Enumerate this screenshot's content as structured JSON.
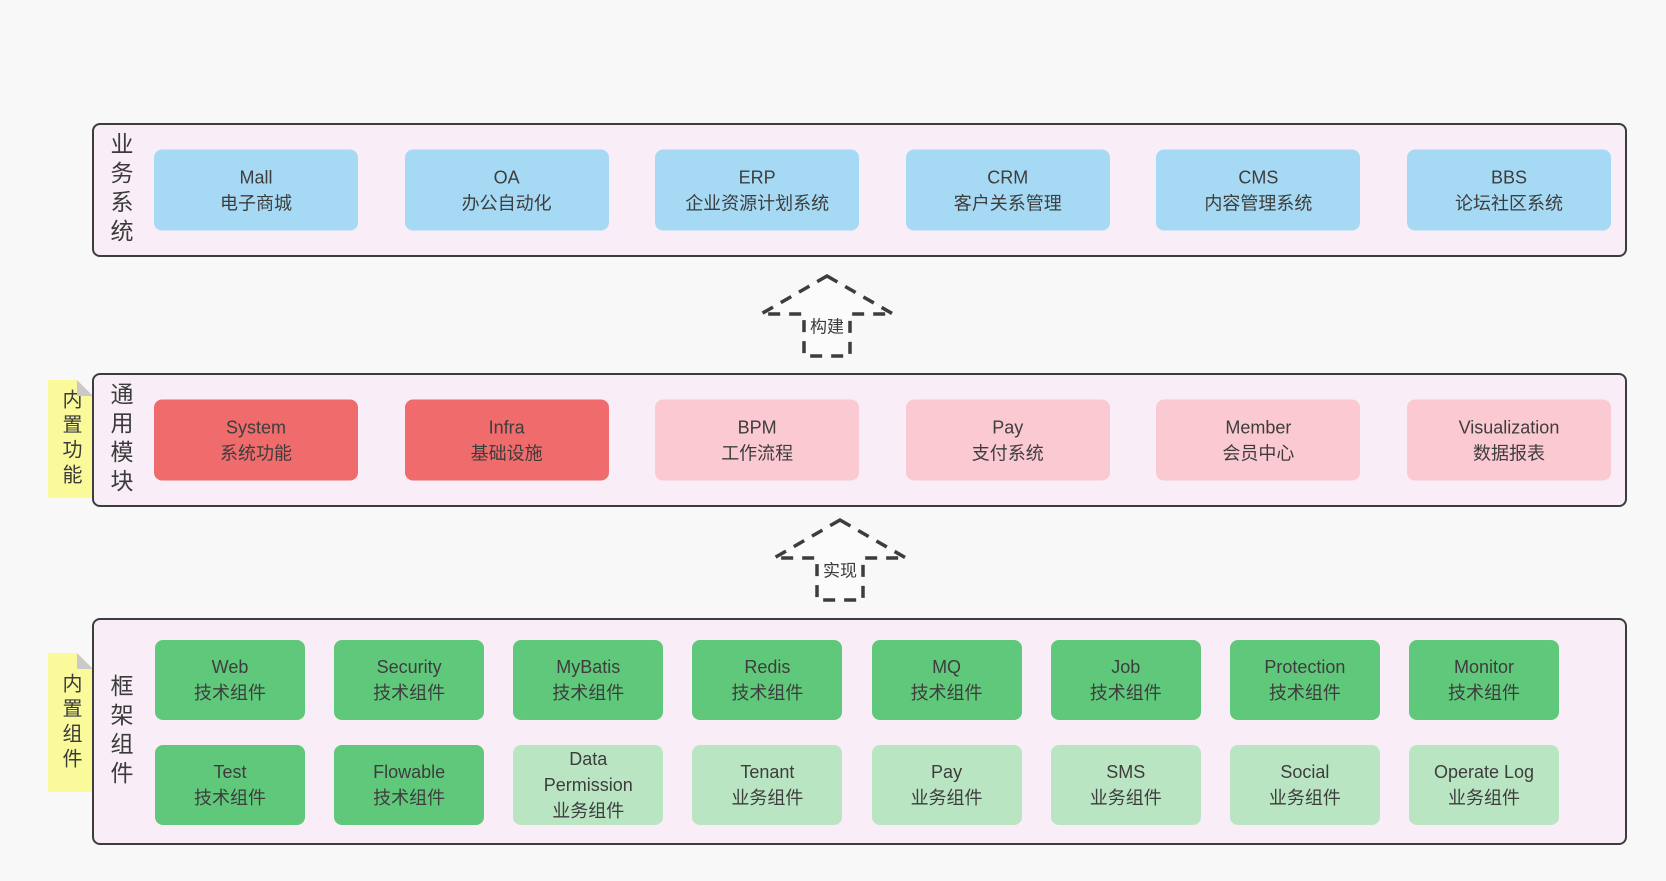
{
  "colors": {
    "background": "#f8f8f8",
    "panel_fill": "#f9edf7",
    "panel_border": "#3d3d3d",
    "note_yellow": "#fafa9b",
    "fold_gray": "#c9c9c9",
    "text": "#3d3d3d",
    "blue": "#a6daf4",
    "red": "#f06b6b",
    "pink": "#fbc9d2",
    "green": "#60c87a",
    "light_green": "#b9e5c3"
  },
  "arrows": [
    {
      "label": "构建"
    },
    {
      "label": "实现"
    }
  ],
  "layers": [
    {
      "label": "业务系统",
      "note": "",
      "rows": [
        [
          {
            "title": "Mall",
            "subtitle": "电子商城",
            "variant": "blue"
          },
          {
            "title": "OA",
            "subtitle": "办公自动化",
            "variant": "blue"
          },
          {
            "title": "ERP",
            "subtitle": "企业资源计划系统",
            "variant": "blue"
          },
          {
            "title": "CRM",
            "subtitle": "客户关系管理",
            "variant": "blue"
          },
          {
            "title": "CMS",
            "subtitle": "内容管理系统",
            "variant": "blue"
          },
          {
            "title": "BBS",
            "subtitle": "论坛社区系统",
            "variant": "blue"
          }
        ]
      ]
    },
    {
      "label": "通用模块",
      "note": "内置功能",
      "rows": [
        [
          {
            "title": "System",
            "subtitle": "系统功能",
            "variant": "red"
          },
          {
            "title": "Infra",
            "subtitle": "基础设施",
            "variant": "red"
          },
          {
            "title": "BPM",
            "subtitle": "工作流程",
            "variant": "pink"
          },
          {
            "title": "Pay",
            "subtitle": "支付系统",
            "variant": "pink"
          },
          {
            "title": "Member",
            "subtitle": "会员中心",
            "variant": "pink"
          },
          {
            "title": "Visualization",
            "subtitle": "数据报表",
            "variant": "pink"
          }
        ]
      ]
    },
    {
      "label": "框架组件",
      "note": "内置组件",
      "rows": [
        [
          {
            "title": "Web",
            "subtitle": "技术组件",
            "variant": "green"
          },
          {
            "title": "Security",
            "subtitle": "技术组件",
            "variant": "green"
          },
          {
            "title": "MyBatis",
            "subtitle": "技术组件",
            "variant": "green"
          },
          {
            "title": "Redis",
            "subtitle": "技术组件",
            "variant": "green"
          },
          {
            "title": "MQ",
            "subtitle": "技术组件",
            "variant": "green"
          },
          {
            "title": "Job",
            "subtitle": "技术组件",
            "variant": "green"
          },
          {
            "title": "Protection",
            "subtitle": "技术组件",
            "variant": "green"
          },
          {
            "title": "Monitor",
            "subtitle": "技术组件",
            "variant": "green"
          }
        ],
        [
          {
            "title": "Test",
            "subtitle": "技术组件",
            "variant": "green"
          },
          {
            "title": "Flowable",
            "subtitle": "技术组件",
            "variant": "green"
          },
          {
            "title": "Data Permission",
            "subtitle": "业务组件",
            "variant": "light_green"
          },
          {
            "title": "Tenant",
            "subtitle": "业务组件",
            "variant": "light_green"
          },
          {
            "title": "Pay",
            "subtitle": "业务组件",
            "variant": "light_green"
          },
          {
            "title": "SMS",
            "subtitle": "业务组件",
            "variant": "light_green"
          },
          {
            "title": "Social",
            "subtitle": "业务组件",
            "variant": "light_green"
          },
          {
            "title": "Operate Log",
            "subtitle": "业务组件",
            "variant": "light_green"
          }
        ]
      ]
    }
  ]
}
